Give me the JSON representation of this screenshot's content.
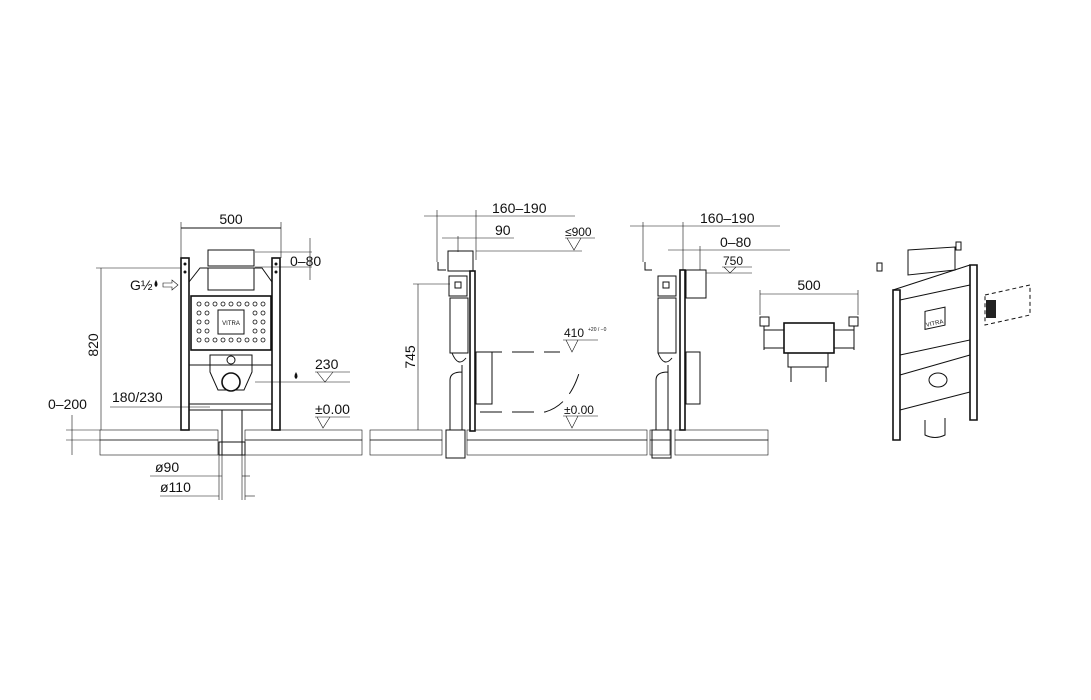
{
  "front_view": {
    "width": "500",
    "flush_height": "0–80",
    "water_inlet": "G½",
    "height": "820",
    "inlet_height": "230",
    "floor_level": "±0.00",
    "bolt_spacing": "180/230",
    "floor_build_up": "0–200",
    "pipe_small": "ø90",
    "pipe_large": "ø110",
    "logo": "VITRA"
  },
  "side_view_1": {
    "depth": "160–190",
    "offset": "90",
    "cistern_level": "≤900",
    "height": "745",
    "bowl_height": "410",
    "bowl_height_tolerance": "+20 / −0",
    "floor_level": "±0.00"
  },
  "side_view_2": {
    "depth": "160–190",
    "offset": "0–80",
    "cistern_level": "750"
  },
  "top_view": {
    "width": "500"
  },
  "iso_view": {
    "logo": "VITRA"
  },
  "colors": {
    "line": "#111111",
    "background": "#ffffff"
  }
}
